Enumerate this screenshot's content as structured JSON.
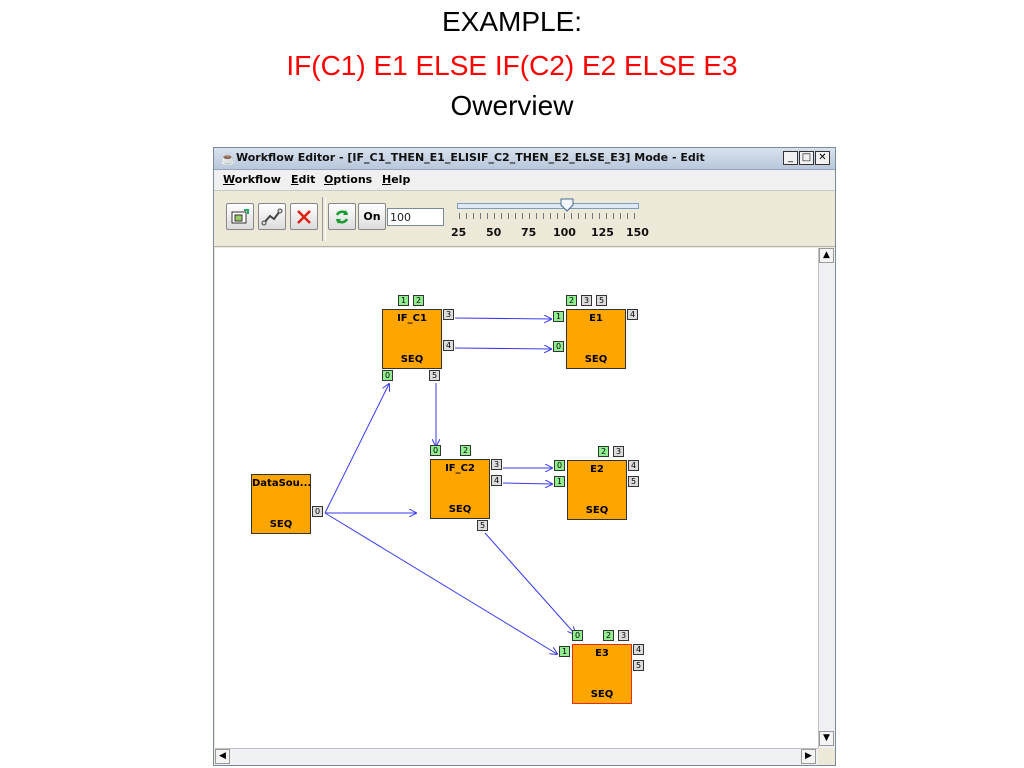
{
  "slide": {
    "line1": "EXAMPLE:",
    "line2": "IF(C1) E1 ELSE IF(C2) E2 ELSE E3",
    "line3": "Owerview"
  },
  "window": {
    "title": "Workflow Editor - [IF_C1_THEN_E1_ELISIF_C2_THEN_E2_ELSE_E3] Mode - Edit",
    "minimize": "_",
    "maximize": "□",
    "close": "✕"
  },
  "menu": [
    "Workflow",
    "Edit",
    "Options",
    "Help"
  ],
  "toolbar": {
    "on_label": "On",
    "zoom_value": "100",
    "slider_value": 100,
    "slider_labels": [
      "25",
      "50",
      "75",
      "100",
      "125",
      "150"
    ],
    "icons": [
      "open-icon",
      "connect-icon",
      "delete-icon",
      "refresh-icon"
    ]
  },
  "nodes": [
    {
      "name": "IF_C1",
      "type": "SEQ"
    },
    {
      "name": "E1",
      "type": "SEQ"
    },
    {
      "name": "IF_C2",
      "type": "SEQ"
    },
    {
      "name": "E2",
      "type": "SEQ"
    },
    {
      "name": "DataSou...",
      "type": "SEQ"
    },
    {
      "name": "E3",
      "type": "SEQ"
    }
  ],
  "ports": {
    "if_c1": [
      "1",
      "2",
      "3",
      "4",
      "0",
      "5"
    ],
    "e1": [
      "2",
      "3",
      "5",
      "4",
      "1",
      "0"
    ],
    "if_c2": [
      "0",
      "2",
      "3",
      "4",
      "5"
    ],
    "e2": [
      "2",
      "3",
      "4",
      "5",
      "0",
      "1"
    ],
    "datasource": [
      "0"
    ],
    "e3": [
      "0",
      "2",
      "3",
      "4",
      "5",
      "1"
    ]
  },
  "colors": {
    "node": "#ffa500",
    "port_active": "#90ee90",
    "port_inactive": "#dcdcdc",
    "edge": "#3a3af0",
    "selected_border": "#e0301c"
  }
}
